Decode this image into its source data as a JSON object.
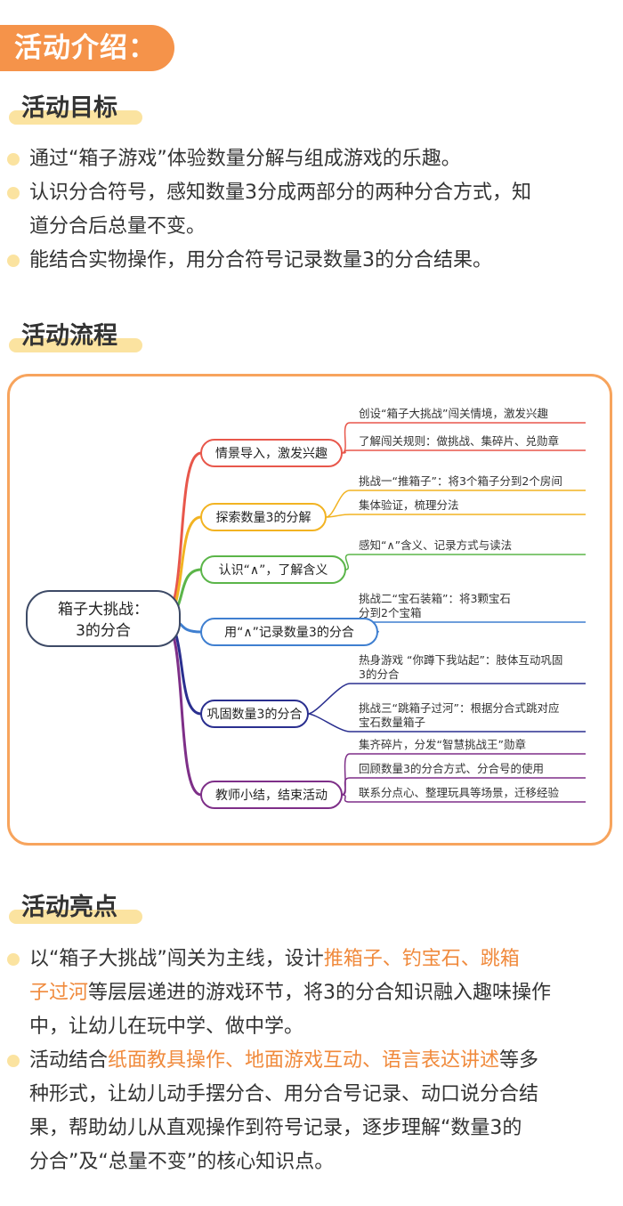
{
  "page_title": "活动介绍：",
  "goals": {
    "title": "活动目标",
    "items": [
      [
        "通过“箱子游戏”体验数量分解与组成游戏的乐趣。"
      ],
      [
        "认识分合符号，感知数量3分成两部分的两种分合方式，知",
        "道分合后总量不变。"
      ],
      [
        "能结合实物操作，用分合符号记录数量3的分合结果。"
      ]
    ]
  },
  "process": {
    "title": "活动流程",
    "center": [
      "箱子大挑战：",
      "3的分合"
    ],
    "branches": [
      {
        "label": "情景导入，激发兴趣",
        "color": "#e8574b",
        "leaves": [
          [
            "创设“箱子大挑战”闯关情境，激发兴趣"
          ],
          [
            "了解闯关规则：做挑战、集碎片、兑勋章"
          ]
        ]
      },
      {
        "label": "探索数量3的分解",
        "color": "#f2b322",
        "leaves": [
          [
            "挑战一“推箱子”：将3个箱子分到2个房间"
          ],
          [
            "集体验证，梳理分法"
          ]
        ]
      },
      {
        "label": "认识“∧”，了解含义",
        "color": "#5bb549",
        "leaves": [
          [
            "感知“∧”含义、记录方式与读法"
          ]
        ]
      },
      {
        "label": "用“∧”记录数量3的分合",
        "color": "#3f7fd0",
        "leaves": [
          [
            "挑战二“宝石装箱”：将3颗宝石",
            "分到2个宝箱"
          ]
        ]
      },
      {
        "label": "巩固数量3的分合",
        "color": "#2a2f8f",
        "leaves": [
          [
            "热身游戏 “你蹲下我站起”：肢体互动巩固",
            "3的分合"
          ],
          [
            "挑战三“跳箱子过河”：根据分合式跳对应",
            "宝石数量箱子"
          ]
        ]
      },
      {
        "label": "教师小结，结束活动",
        "color": "#7e2f88",
        "leaves": [
          [
            "集齐碎片，分发“智慧挑战王”勋章"
          ],
          [
            "回顾数量3的分合方式、分合号的使用"
          ],
          [
            "联系分点心、整理玩具等场景，迁移经验"
          ]
        ]
      }
    ]
  },
  "highlights": {
    "title": "活动亮点",
    "items": [
      [
        [
          {
            "t": "以“箱子大挑战”闯关为主线，设计"
          },
          {
            "t": "推箱子、钓宝石、跳箱",
            "h": true
          }
        ],
        [
          {
            "t": "子过河",
            "h": true
          },
          {
            "t": "等层层递进的游戏环节，将3的分合知识融入趣味操作"
          }
        ],
        [
          {
            "t": "中，让幼儿在玩中学、做中学。"
          }
        ]
      ],
      [
        [
          {
            "t": "活动结合"
          },
          {
            "t": "纸面教具操作、地面游戏互动、语言表达讲述",
            "h": true
          },
          {
            "t": "等多"
          }
        ],
        [
          {
            "t": "种形式，让幼儿动手摆分合、用分合号记录、动口说分合结"
          }
        ],
        [
          {
            "t": "果，帮助幼儿从直观操作到符号记录，逐步理解“数量3的"
          }
        ],
        [
          {
            "t": "分合”及“总量不变”的核心知识点。"
          }
        ]
      ]
    ]
  }
}
